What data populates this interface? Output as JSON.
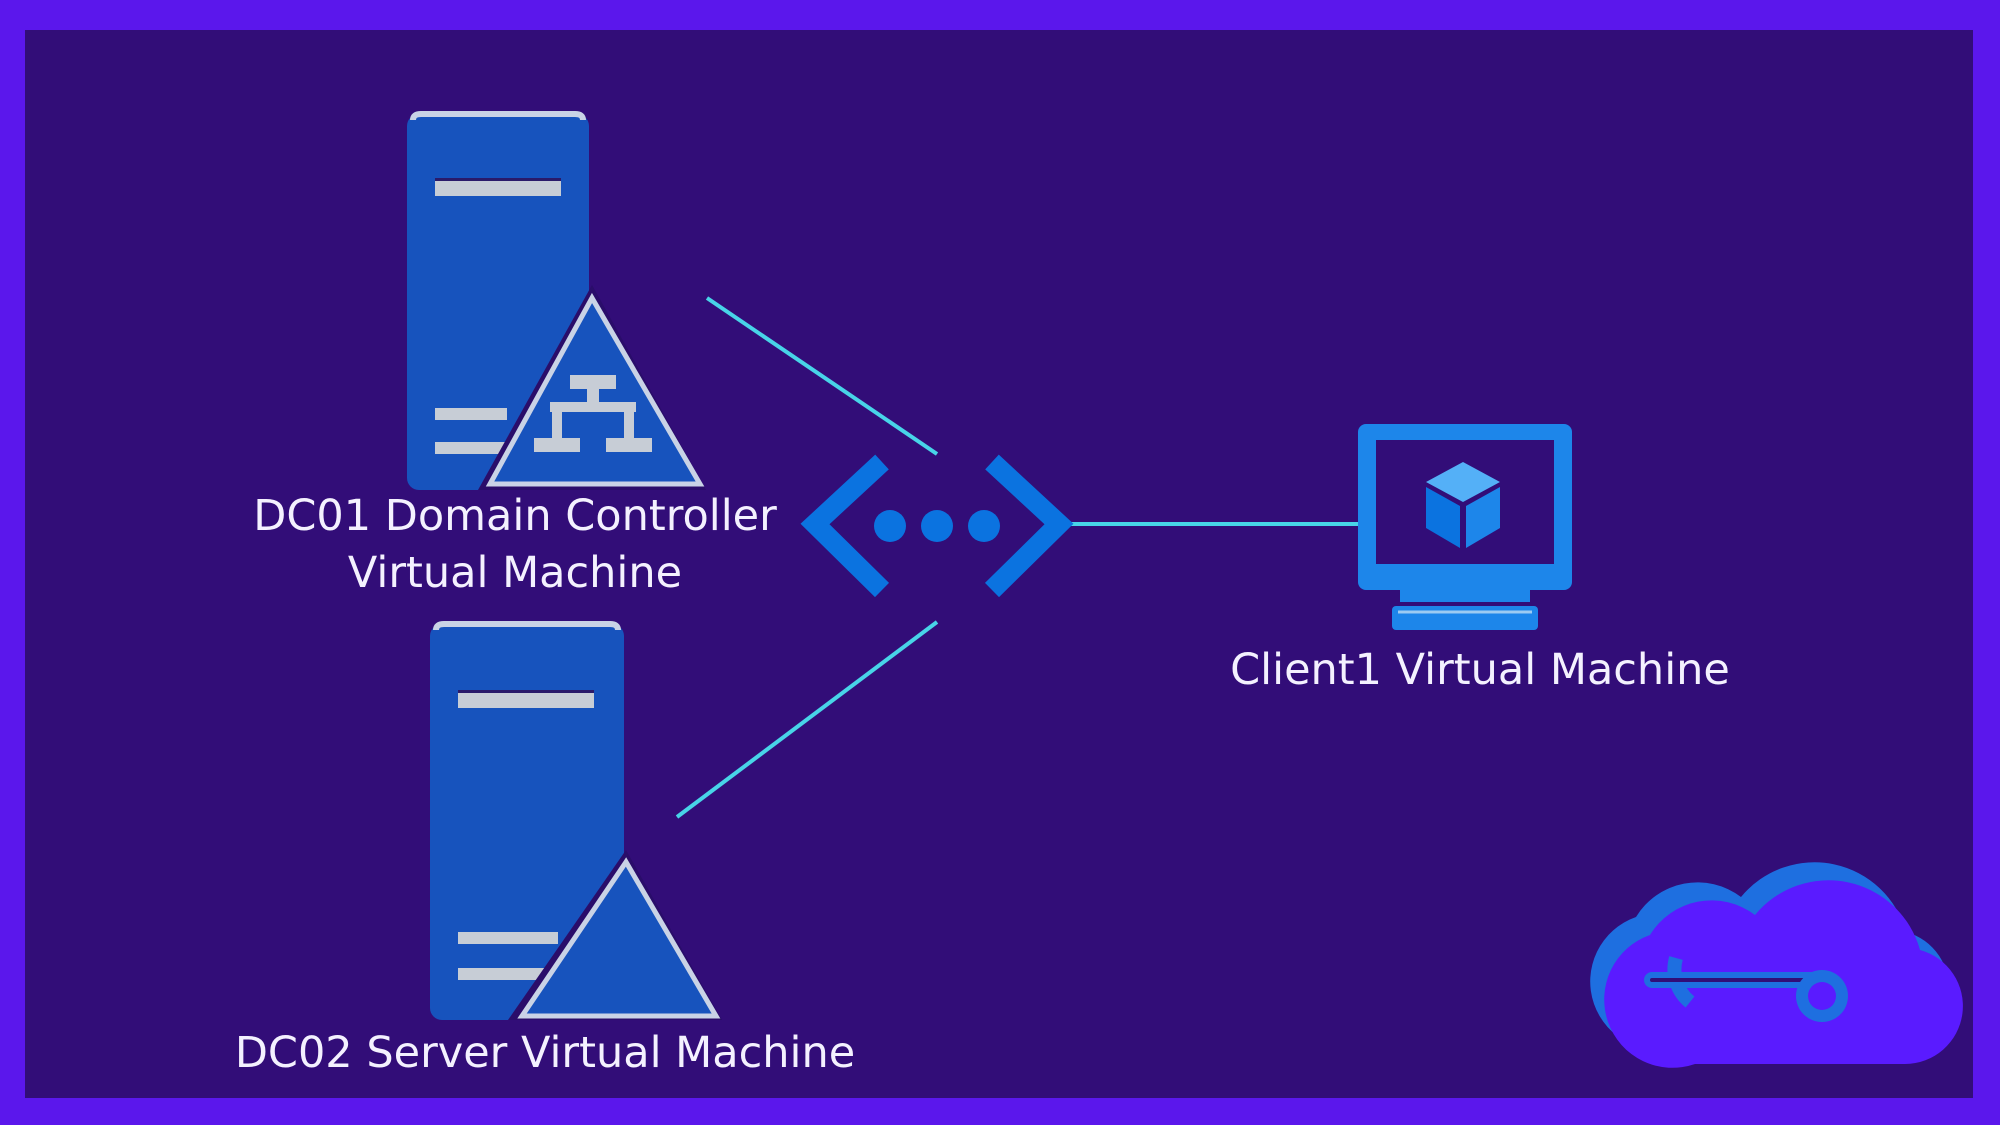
{
  "colors": {
    "border": "#5b17ec",
    "background": "#320d78",
    "server_blue": "#1753bd",
    "link_line": "#48d4e8",
    "icon_blue": "#0b73e0",
    "cloud_purple": "#5a1bff",
    "cloud_blue": "#1e6fe0"
  },
  "nodes": {
    "dc01": {
      "label_line1": "DC01 Domain Controller",
      "label_line2": "Virtual Machine",
      "icon": "domain-controller-server-icon"
    },
    "dc02": {
      "label": "DC02 Server Virtual Machine",
      "icon": "server-icon"
    },
    "client1": {
      "label": "Client1 Virtual Machine",
      "icon": "virtual-machine-monitor-icon"
    },
    "hub": {
      "icon": "virtual-network-icon"
    }
  },
  "edges": [
    {
      "from": "dc01",
      "to": "hub"
    },
    {
      "from": "dc02",
      "to": "hub"
    },
    {
      "from": "hub",
      "to": "client1"
    }
  ],
  "decorations": {
    "logo": "cloud-logo-icon"
  }
}
